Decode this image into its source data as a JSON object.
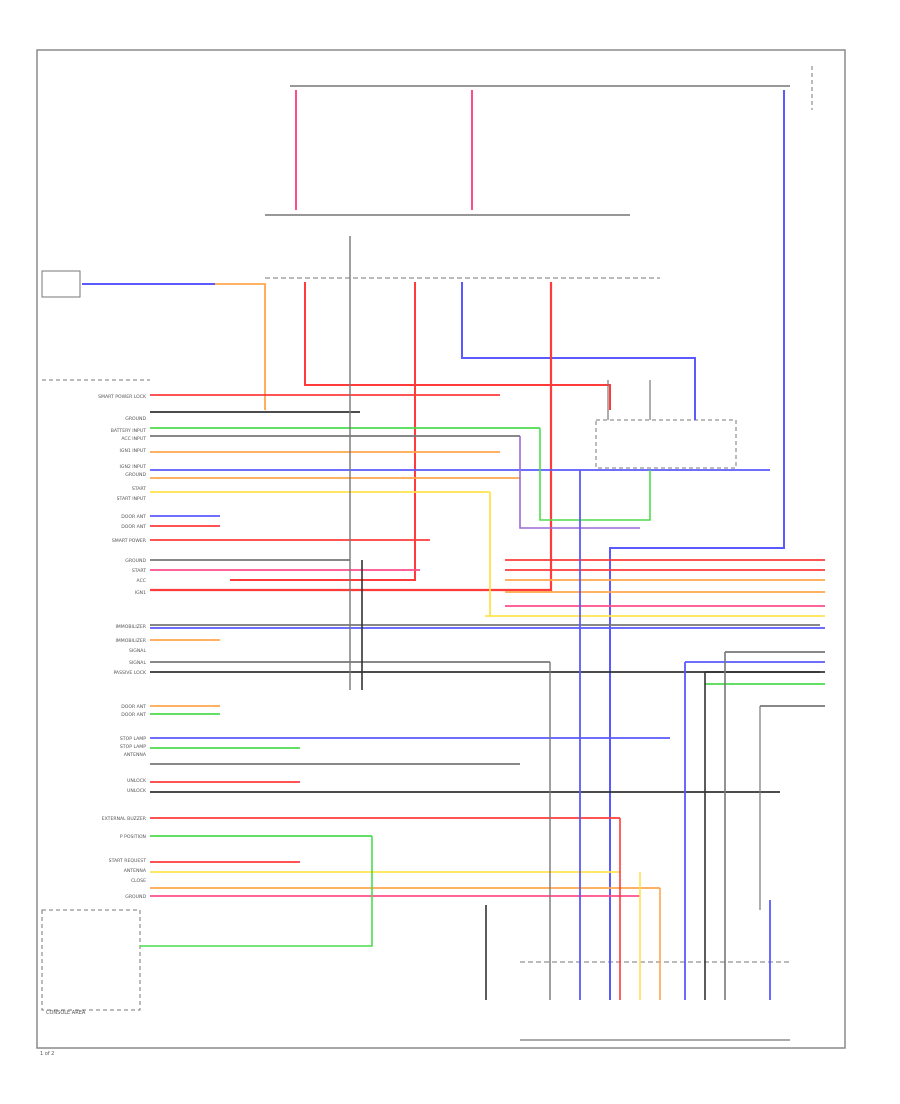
{
  "colors": {
    "frame": "#8a8a8a",
    "wire_gray": "#777777",
    "wire_red": "#ff3b3b",
    "wire_pink": "#ff4d88",
    "wire_orange": "#ffa64d",
    "wire_yellow": "#ffe24d",
    "wire_green": "#4ddc4d",
    "wire_blue": "#5a5aff",
    "wire_purple": "#9b6ad6",
    "wire_black": "#333333",
    "text": "#666666"
  },
  "labels": {
    "left_connector": [
      "SMART POWER LOCK",
      "GROUND",
      "BATTERY INPUT",
      "ACC INPUT",
      "IGN1 INPUT",
      "IGN2 INPUT",
      "GROUND",
      "START",
      "START INPUT",
      "DOOR ANT",
      "DOOR ANT",
      "SMART POWER",
      "GROUND",
      "START",
      "ACC",
      "IGN1",
      "IMMOBILIZER",
      "IMMOBILIZER",
      "SIGNAL",
      "SIGNAL",
      "PASSIVE LOCK",
      "DOOR ANT",
      "DOOR ANT",
      "STOP LAMP",
      "STOP LAMP",
      "ANTENNA",
      "UNLOCK",
      "UNLOCK",
      "EXTERNAL BUZZER",
      "P POSITION",
      "START REQUEST",
      "ANTENNA",
      "CLOSE",
      "GROUND"
    ],
    "bottom_left": "CONSOLE AREA",
    "page_mark": "1 of 2"
  }
}
